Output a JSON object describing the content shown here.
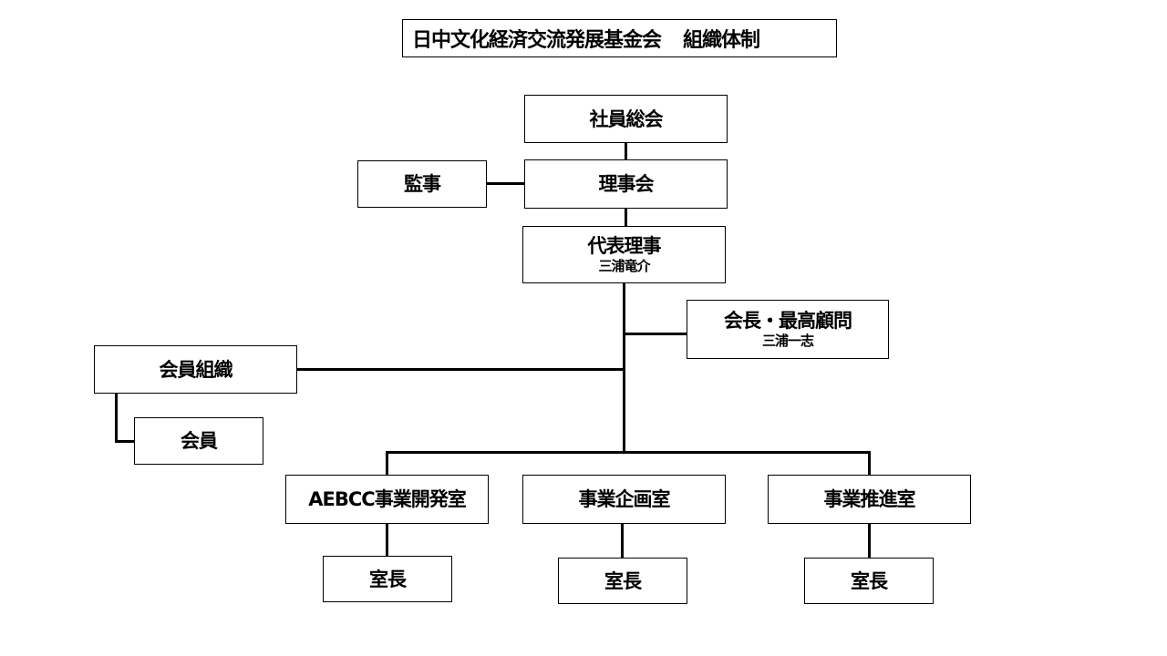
{
  "title": {
    "main": "日中文化経済交流発展基金会",
    "suffix": "組織体制"
  },
  "nodes": {
    "general_assembly": {
      "label": "社員総会"
    },
    "board": {
      "label": "理事会"
    },
    "auditor": {
      "label": "監事"
    },
    "representative_director": {
      "label": "代表理事",
      "name": "三浦竜介"
    },
    "chairman_advisor": {
      "label": "会長・最高顧問",
      "name": "三浦一志"
    },
    "member_organization": {
      "label": "会員組織"
    },
    "member": {
      "label": "会員"
    },
    "departments": [
      {
        "label": "AEBCC事業開発室",
        "head": "室長"
      },
      {
        "label": "事業企画室",
        "head": "室長"
      },
      {
        "label": "事業推進室",
        "head": "室長"
      }
    ]
  }
}
